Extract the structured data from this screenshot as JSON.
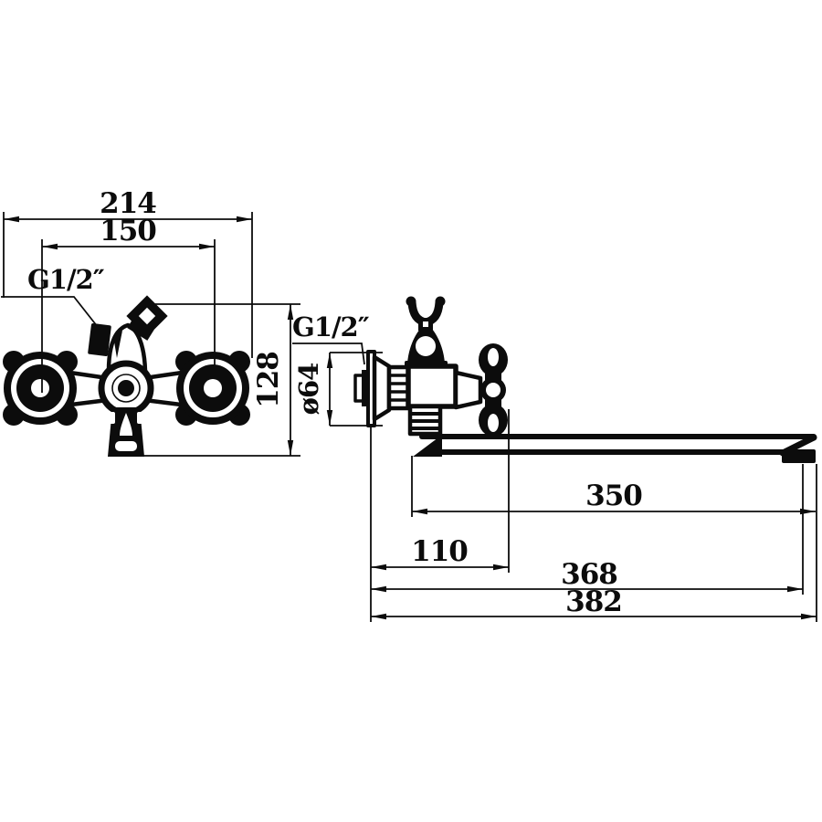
{
  "drawing": {
    "type": "technical-dimension-drawing",
    "subject": "wall-mounted two-handle bath mixer faucet, front view and side view",
    "colors": {
      "ink": "#0c0c0c",
      "background": "#ffffff"
    },
    "dimensions": {
      "overall_width": "214",
      "handle_centers_spacing": "150",
      "inlet_thread_front": "G1/2″",
      "body_height": "128",
      "inlet_thread_side": "G1/2″",
      "escutcheon_diameter": "ø64",
      "spout_length": "350",
      "wall_to_handle_edge": "110",
      "wall_to_spout_outlet": "368",
      "overall_depth": "382"
    }
  }
}
